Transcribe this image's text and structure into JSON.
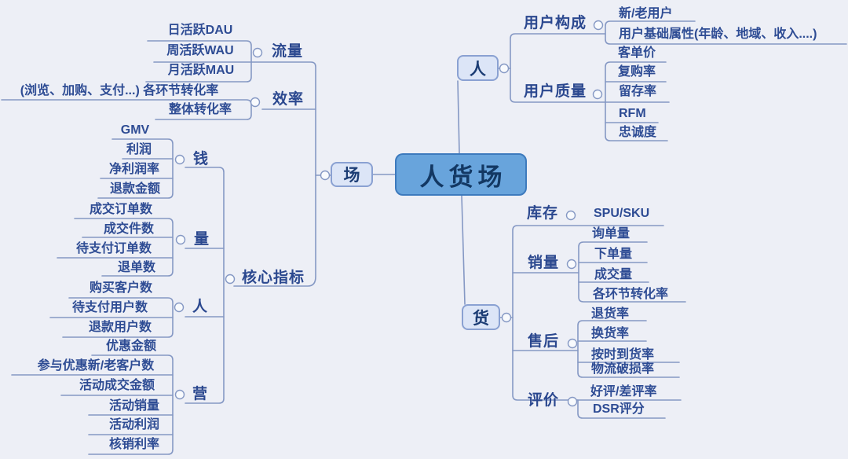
{
  "root_label": "人货场",
  "branches": {
    "chang": {
      "label": "场",
      "liuliang": {
        "label": "流量",
        "items": [
          "日活跃DAU",
          "周活跃WAU",
          "月活跃MAU"
        ]
      },
      "xiaolv": {
        "label": "效率",
        "items": [
          "(浏览、加购、支付...) 各环节转化率",
          "整体转化率"
        ]
      },
      "hexin": {
        "label": "核心指标",
        "qian": {
          "label": "钱",
          "items": [
            "GMV",
            "利润",
            "净利润率",
            "退款金额"
          ]
        },
        "liang": {
          "label": "量",
          "items": [
            "成交订单数",
            "成交件数",
            "待支付订单数",
            "退单数"
          ]
        },
        "ren": {
          "label": "人",
          "items": [
            "购买客户数",
            "待支付用户数",
            "退款用户数"
          ]
        },
        "ying": {
          "label": "营",
          "items": [
            "优惠金额",
            "参与优惠新/老客户数",
            "活动成交金额",
            "活动销量",
            "活动利润",
            "核销利率"
          ]
        }
      }
    },
    "ren": {
      "label": "人",
      "goucheng": {
        "label": "用户构成",
        "items": [
          "新/老用户",
          "用户基础属性(年龄、地域、收入....)"
        ]
      },
      "zhiliang": {
        "label": "用户质量",
        "items": [
          "客单价",
          "复购率",
          "留存率",
          "RFM",
          "忠诚度"
        ]
      }
    },
    "huo": {
      "label": "货",
      "kucun": {
        "label": "库存",
        "items": [
          "SPU/SKU"
        ]
      },
      "xiaoliang": {
        "label": "销量",
        "items": [
          "询单量",
          "下单量",
          "成交量",
          "各环节转化率"
        ]
      },
      "shouhou": {
        "label": "售后",
        "items": [
          "退货率",
          "换货率",
          "按时到货率",
          "物流破损率"
        ]
      },
      "pingjia": {
        "label": "评价",
        "items": [
          "好评/差评率",
          "DSR评分"
        ]
      }
    }
  },
  "colors": {
    "background": "#edeff6",
    "line": "#8598c4",
    "leaf_text": "#2e4c94",
    "node_fill": "#dce5f7",
    "node_border": "#8aa1d2",
    "root_fill": "#68a4dc",
    "root_border": "#3d7abd",
    "root_text": "#133863"
  }
}
